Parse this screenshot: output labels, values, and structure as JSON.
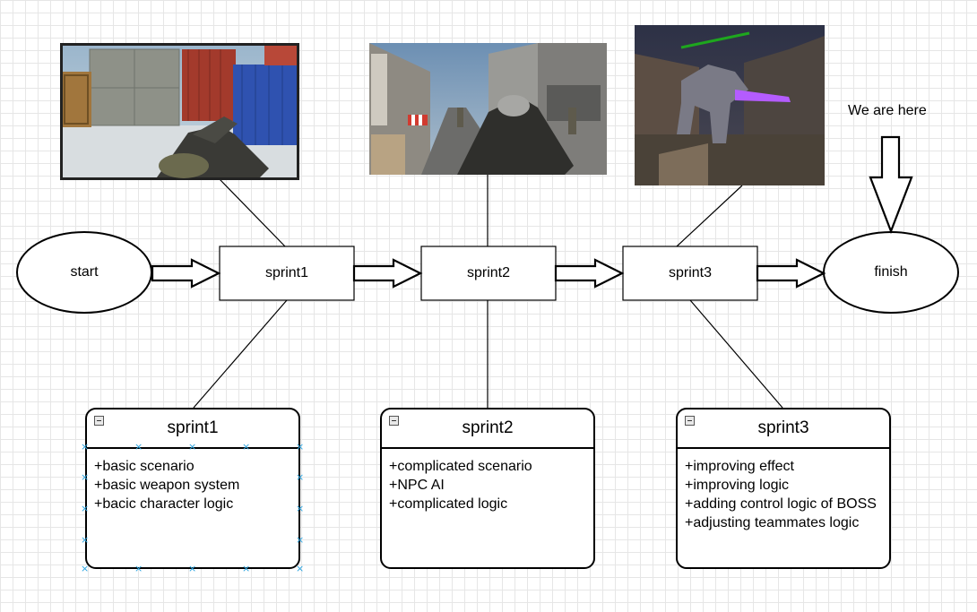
{
  "start_label": "start",
  "finish_label": "finish",
  "callout": "We are here",
  "sprints": [
    {
      "node_label": "sprint1",
      "card_title": "sprint1",
      "items": [
        "+basic scenario",
        "+basic weapon system",
        "+bacic character logic"
      ]
    },
    {
      "node_label": "sprint2",
      "card_title": "sprint2",
      "items": [
        "+complicated scenario",
        "+NPC AI",
        "+complicated logic"
      ]
    },
    {
      "node_label": "sprint3",
      "card_title": "sprint3",
      "items": [
        "+improving effect",
        "+improving logic",
        "+adding control logic of BOSS",
        "+adjusting teammates logic"
      ]
    }
  ],
  "screenshots": [
    {
      "name": "sprint1-screenshot",
      "description": "first-person rifle view among stacked shipping containers"
    },
    {
      "name": "sprint2-screenshot",
      "description": "first-person rifle view down a street with NPC soldiers"
    },
    {
      "name": "sprint3-screenshot",
      "description": "boss robot with purple effects and green health bar"
    }
  ],
  "colors": {
    "grid": "#e6e6e6",
    "stroke": "#000000",
    "selection": "#29a3e0",
    "health_bar": "#1ea61e"
  }
}
